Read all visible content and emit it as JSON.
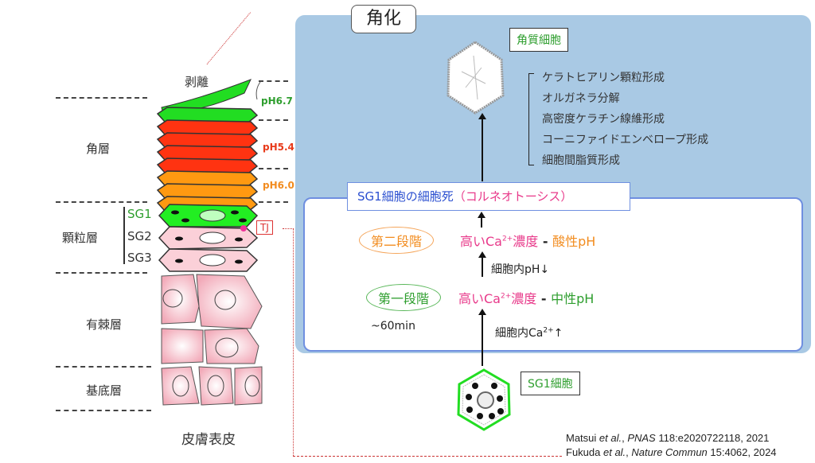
{
  "left": {
    "peel_label": "剥離",
    "layers": {
      "stratum_corneum": "角層",
      "stratum_granulosum": "顆粒層",
      "stratum_spinosum": "有棘層",
      "stratum_basale": "基底層"
    },
    "sg_labels": [
      "SG1",
      "SG2",
      "SG3"
    ],
    "ph_labels": [
      {
        "text": "pH6.7",
        "color": "#2e9e2e"
      },
      {
        "text": "pH5.4",
        "color": "#e83a1a"
      },
      {
        "text": "pH6.0",
        "color": "#f28c1f"
      }
    ],
    "tj_label": "TJ",
    "caption": "皮膚表皮"
  },
  "right": {
    "title": "角化",
    "corneocyte_label": "角質細胞",
    "processes": [
      "ケラトヒアリン顆粒形成",
      "オルガネラ分解",
      "高密度ケラチン線維形成",
      "コーニファイドエンベロープ形成",
      "細胞間脂質形成"
    ],
    "death_box": {
      "prefix": "SG1細胞の細胞死",
      "suffix": "（コルネオトーシス）"
    },
    "stage2": {
      "label": "第二段階",
      "ca_text": "高いCa",
      "sup": "2+",
      "conc": "濃度",
      "dash": " - ",
      "ph_text": "酸性pH"
    },
    "ph_down": "細胞内pH↓",
    "stage1": {
      "label": "第一段階",
      "ca_text": "高いCa",
      "sup": "2+",
      "conc": "濃度",
      "dash": " - ",
      "ph_text": "中性pH"
    },
    "time": "~60min",
    "ca_up": {
      "text": "細胞内Ca",
      "sup": "2+",
      "arrow": "↑"
    },
    "sg1_cell_label": "SG1細胞"
  },
  "references": [
    {
      "authors": "Matsui ",
      "etal": "et al.",
      "journal": "PNAS",
      "rest": " 118:e2020722118, 2021"
    },
    {
      "authors": "Fukuda ",
      "etal": "et al.",
      "journal": "Nature Commun",
      "rest": " 15:4062, 2024"
    }
  ]
}
